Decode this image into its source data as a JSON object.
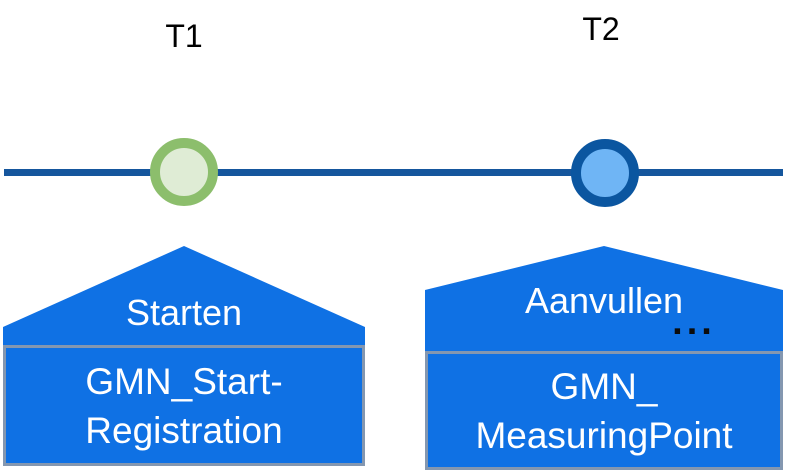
{
  "timeline": {
    "markers": [
      {
        "time_label": "T1",
        "marker_style": "green-ring-light-green-fill"
      },
      {
        "time_label": "T2",
        "marker_style": "dark-blue-ring-light-blue-fill"
      }
    ]
  },
  "callouts": [
    {
      "action": "Starten",
      "entity_lines": [
        "GMN_Start-",
        "Registration"
      ]
    },
    {
      "action": "Aanvullen",
      "ellipsis": "...",
      "entity_lines": [
        "GMN_",
        "MeasuringPoint"
      ]
    }
  ],
  "colors": {
    "callout_blue": "#0F71E4",
    "entity_box_border_gray": "#8497B0",
    "timeline_blue": "#15569D",
    "t1_marker_border_green": "#8CBE6C",
    "t1_marker_fill_green": "#DFECD5",
    "t2_marker_border_blue": "#0B56A0",
    "t2_marker_fill_blue": "#6FB5F5",
    "text_white": "#FFFFFF",
    "label_black": "#000000"
  }
}
